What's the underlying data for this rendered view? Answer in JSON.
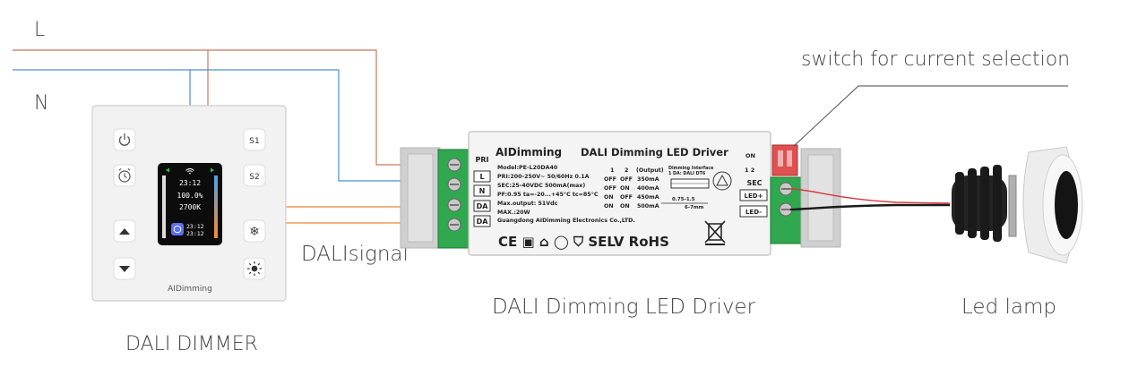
{
  "labels": {
    "line_l": "L",
    "line_n": "N",
    "switch_caption": "switch for current selection",
    "dali_signal": "DALIsignal",
    "driver_caption": "DALI Dimming LED Driver",
    "lamp_caption": "Led lamp",
    "dimmer_caption": "DALI DIMMER"
  },
  "dimmer": {
    "brand": "AIDimming",
    "buttons": {
      "s1": "S1",
      "s2": "S2"
    },
    "screen": {
      "time": "23:12",
      "brightness": "100.0%",
      "cct": "2700K",
      "time_bottom_1": "23:12",
      "time_bottom_2": "23:12"
    }
  },
  "driver": {
    "brand": "AIDimming",
    "title": "DALI Dimming LED Driver",
    "pri_label": "PRI",
    "sec_label": "SEC",
    "terminals_left": [
      "L",
      "N",
      "DA",
      "DA"
    ],
    "terminals_right": [
      "LED+",
      "LED-"
    ],
    "specs": [
      "Model:PE-L20DA40",
      "PRI:200-250V~ 50/60Hz 0.1A",
      "SEC:25-40VDC 500mA(max)",
      "PF:0.95 ta=-20...+45°C tc=85°C",
      "Max.output: 51Vdc",
      "MAX.:20W",
      "Guangdong AIDimming Electronics Co.,LTD."
    ],
    "table_header": [
      "1",
      "2",
      "(Output)"
    ],
    "table_rows": [
      [
        "OFF",
        "OFF",
        "350mA"
      ],
      [
        "OFF",
        "ON",
        "400mA"
      ],
      [
        "ON",
        "OFF",
        "450mA"
      ],
      [
        "ON",
        "ON",
        "500mA"
      ]
    ],
    "dimming_note_1": "Dimming Interface",
    "dimming_note_2": "1 DA: DALI DT6",
    "wire_size": "0.75-1.5",
    "strip_len": "6-7mm",
    "marks": "CE ▣ ⌂ ◯ ⛉ SELV RoHS",
    "dip_on": "ON",
    "dip_nums": "1 2"
  },
  "colors": {
    "live_wire": "#c8785a",
    "neutral_wire": "#4a90d0",
    "dali_wire": "#e8873a",
    "terminal_green": "#2fa84f",
    "dip_red": "#e05050"
  }
}
